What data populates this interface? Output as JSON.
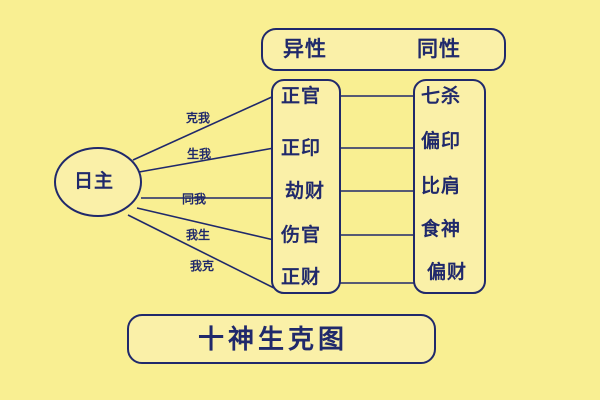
{
  "colors": {
    "background": "#f9ef92",
    "box_fill": "#faf0a8",
    "stroke": "#20296b",
    "text": "#20296b"
  },
  "diagram": {
    "title": "十神生克图",
    "center_node": {
      "label": "日主",
      "shape": "ellipse"
    },
    "headers": [
      {
        "label": "异性",
        "column": "left"
      },
      {
        "label": "同性",
        "column": "right"
      }
    ],
    "relations": [
      {
        "label": "克我"
      },
      {
        "label": "生我"
      },
      {
        "label": "同我"
      },
      {
        "label": "我生"
      },
      {
        "label": "我克"
      }
    ],
    "rows": [
      {
        "relation": "克我",
        "yin_yang_different": "正官",
        "yin_yang_same": "七杀"
      },
      {
        "relation": "生我",
        "yin_yang_different": "正印",
        "yin_yang_same": "偏印"
      },
      {
        "relation": "同我",
        "yin_yang_different": "劫财",
        "yin_yang_same": "比肩"
      },
      {
        "relation": "我生",
        "yin_yang_different": "伤官",
        "yin_yang_same": "食神"
      },
      {
        "relation": "我克",
        "yin_yang_different": "正财",
        "yin_yang_same": "偏财"
      }
    ],
    "left_column": [
      "正官",
      "正印",
      "劫财",
      "伤官",
      "正财"
    ],
    "right_column": [
      "七杀",
      "偏印",
      "比肩",
      "食神",
      "偏财"
    ]
  }
}
